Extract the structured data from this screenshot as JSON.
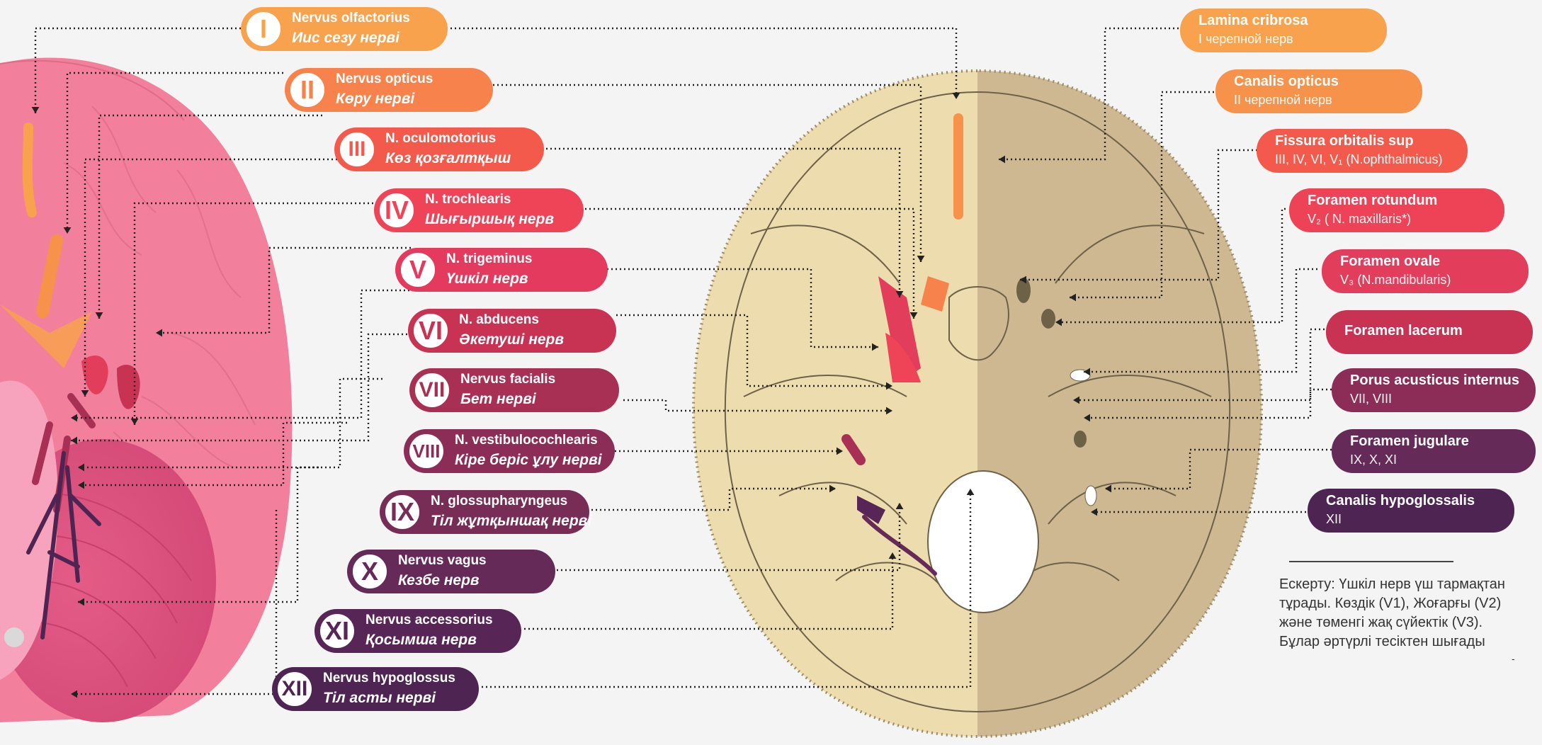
{
  "colors": {
    "background": "#f4f4f5",
    "brain": "#f27f9b",
    "skull_light": "#eddcad",
    "skull_dark": "#cdb892",
    "pill_gradient": [
      "#f9a24d",
      "#f7824b",
      "#f35a4b",
      "#ef4358",
      "#e43a5e",
      "#c93353",
      "#a83055",
      "#8c2d57",
      "#772d56",
      "#652a58",
      "#582656",
      "#4d2452"
    ],
    "right_pill_colors": [
      "#f9a24d",
      "#f7924b",
      "#f35a4b",
      "#ee4356",
      "#e23e5c",
      "#c93353",
      "#8c2d57",
      "#652a58",
      "#4d2452"
    ]
  },
  "nerves": [
    {
      "numeral": "I",
      "latin": "Nervus olfactorius",
      "local": "Иис сезу нерві"
    },
    {
      "numeral": "II",
      "latin": "Nervus opticus",
      "local": "Көру нерві"
    },
    {
      "numeral": "III",
      "latin": "N. oculomotorius",
      "local": "Көз қозғалтқыш"
    },
    {
      "numeral": "IV",
      "latin": "N. trochlearis",
      "local": "Шығыршық нерв"
    },
    {
      "numeral": "V",
      "latin": "N. trigeminus",
      "local": "Үшкіл нерв"
    },
    {
      "numeral": "VI",
      "latin": "N. abducens",
      "local": "Әкетуші нерв"
    },
    {
      "numeral": "VII",
      "latin": "Nervus facialis",
      "local": "Бет нерві"
    },
    {
      "numeral": "VIII",
      "latin": "N. vestibulocochlearis",
      "local": "Кіре беріс ұлу нерві"
    },
    {
      "numeral": "IX",
      "latin": "N. glossupharyngeus",
      "local": "Тіл жұтқыншақ нерві"
    },
    {
      "numeral": "X",
      "latin": "Nervus vagus",
      "local": "Кезбе нерв"
    },
    {
      "numeral": "XI",
      "latin": "Nervus accessorius",
      "local": "Қосымша нерв"
    },
    {
      "numeral": "XII",
      "latin": "Nervus hypoglossus",
      "local": "Тіл асты нерві"
    }
  ],
  "openings": [
    {
      "title": "Lamina cribrosa",
      "detail": "I черепной нерв"
    },
    {
      "title": "Canalis opticus",
      "detail": "II черепной нерв"
    },
    {
      "title": "Fissura orbitalis sup",
      "detail": "III, IV, VI, V₁ (N.ophthalmicus)"
    },
    {
      "title": "Foramen rotundum",
      "detail": "V₂ ( N. maxillaris*)"
    },
    {
      "title": "Foramen ovale",
      "detail": "V₃ (N.mandibularis)"
    },
    {
      "title": "Foramen lacerum",
      "detail": ""
    },
    {
      "title": "Porus acusticus internus",
      "detail": "VII, VIII"
    },
    {
      "title": "Foramen jugulare",
      "detail": "IX, X, XI"
    },
    {
      "title": "Canalis hypoglossalis",
      "detail": "XII"
    }
  ],
  "note": {
    "lines": [
      "Ескерту: Үшкіл нерв үш тармақтан",
      "тұрады. Көздік (V1), Жоғарғы (V2)",
      "және төменгі жақ сүйектік (V3).",
      "Бұлар әртүрлі тесіктен шығады"
    ],
    "trailing_mark": "-"
  }
}
